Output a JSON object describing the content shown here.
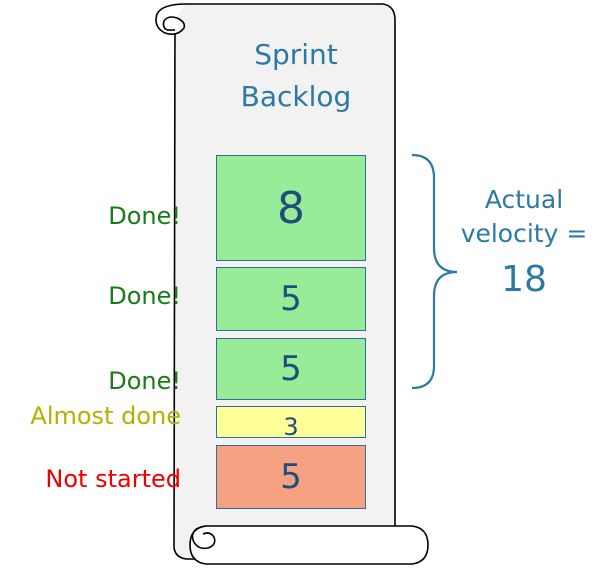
{
  "backlog": {
    "title_line1": "Sprint",
    "title_line2": "Backlog",
    "items": [
      {
        "points": "8",
        "status": "Done!",
        "fill": "#98ec98"
      },
      {
        "points": "5",
        "status": "Done!",
        "fill": "#98ec98"
      },
      {
        "points": "5",
        "status": "Done!",
        "fill": "#98ec98"
      },
      {
        "points": "3",
        "status": "Almost done",
        "fill": "#ffff99"
      },
      {
        "points": "5",
        "status": "Not started",
        "fill": "#f7a183"
      }
    ]
  },
  "velocity": {
    "label_line1": "Actual",
    "label_line2": "velocity =",
    "value": "18"
  },
  "colors": {
    "text_blue": "#2c7aa3",
    "card_border": "#2f6f9f",
    "done_green": "#1a7a1a",
    "almost_olive": "#b5b000",
    "not_started_red": "#ee0000",
    "points_text": "#1e4f79"
  }
}
